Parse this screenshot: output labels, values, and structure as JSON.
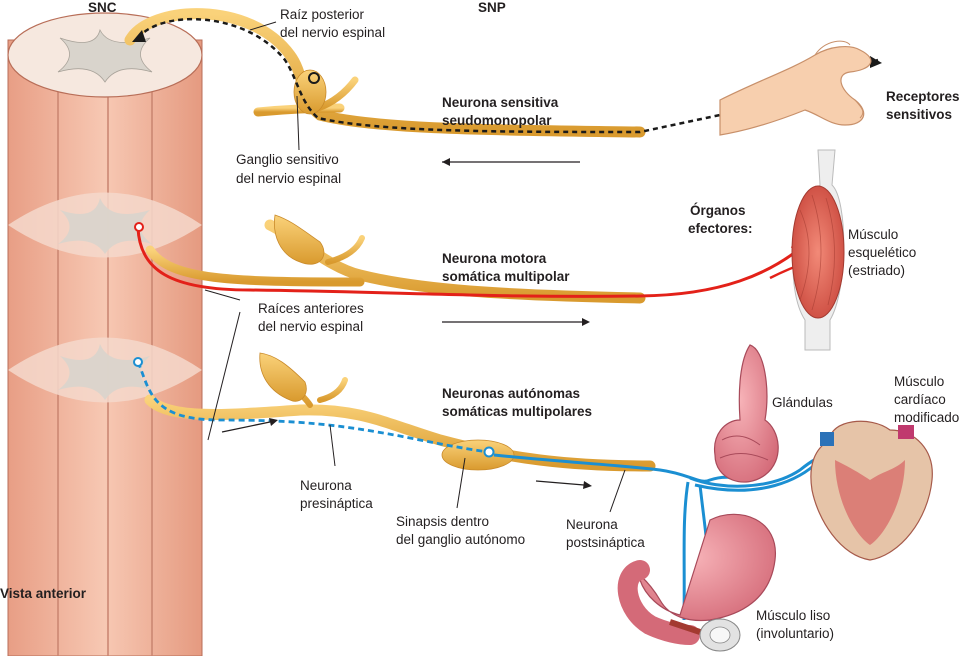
{
  "headers": {
    "snc": "SNC",
    "snp": "SNP",
    "view": "Vista anterior"
  },
  "sensory": {
    "title_line1": "Neurona sensitiva",
    "title_line2": "seudomonopolar",
    "root_line1": "Raíz posterior",
    "root_line2": "del nervio espinal",
    "ganglion_line1": "Ganglio sensitivo",
    "ganglion_line2": "del nervio espinal",
    "receptors_line1": "Receptores",
    "receptors_line2": "sensitivos",
    "color": "#1a1a1a"
  },
  "motor": {
    "title_line1": "Neurona motora",
    "title_line2": "somática multipolar",
    "effectors_line1": "Órganos",
    "effectors_line2": "efectores:",
    "muscle_line1": "Músculo",
    "muscle_line2": "esquelético",
    "muscle_line3": "(estriado)",
    "anterior_line1": "Raíces anteriores",
    "anterior_line2": "del nervio espinal",
    "color": "#e32119"
  },
  "autonomic": {
    "title_line1": "Neuronas autónomas",
    "title_line2": "somáticas multipolares",
    "pre_line1": "Neurona",
    "pre_line2": "presináptica",
    "synapse_line1": "Sinapsis dentro",
    "synapse_line2": "del ganglio autónomo",
    "post_line1": "Neurona",
    "post_line2": "postsináptica",
    "glands": "Glándulas",
    "cardiac_line1": "Músculo",
    "cardiac_line2": "cardíaco",
    "cardiac_line3": "modificado",
    "smooth_line1": "Músculo liso",
    "smooth_line2": "(involuntario)",
    "color": "#1b8fd2"
  },
  "colors": {
    "nerve": "#f3c35a",
    "cord": "#f2b9a1",
    "gray_matter": "#d9d4cc"
  }
}
